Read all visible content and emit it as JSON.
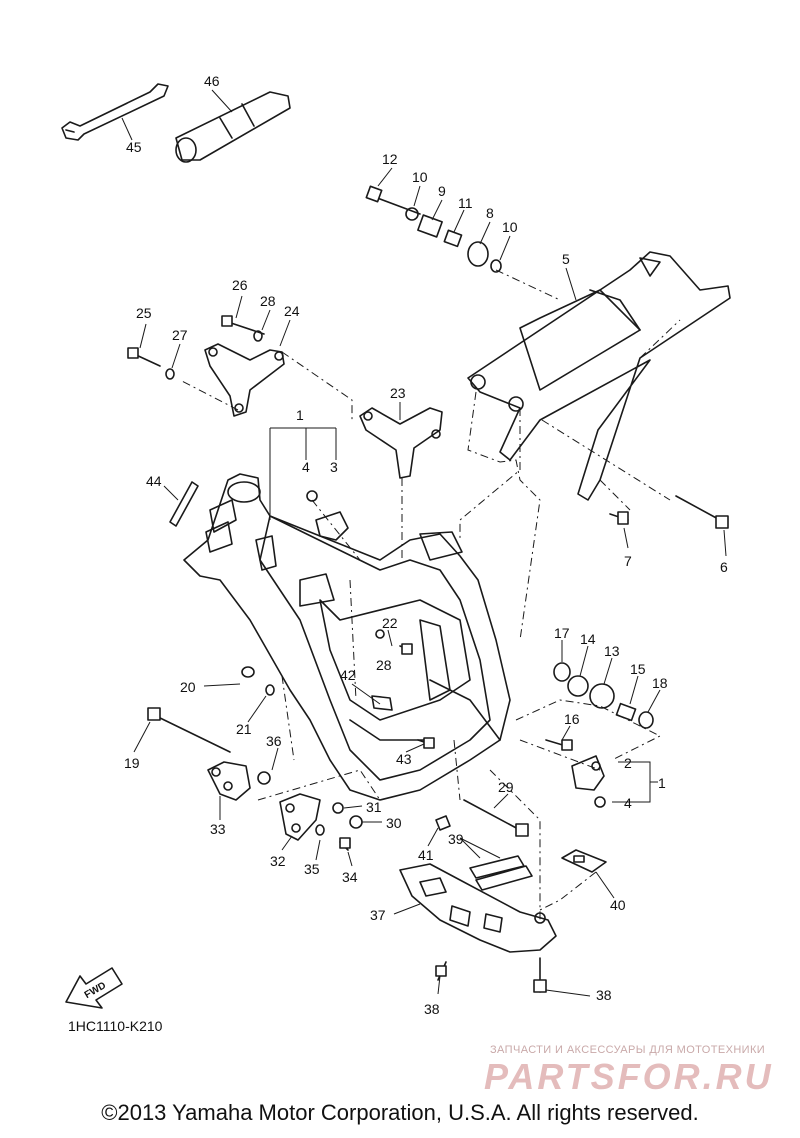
{
  "diagram": {
    "callouts": [
      "46",
      "45",
      "12",
      "10",
      "9",
      "11",
      "8",
      "10",
      "5",
      "26",
      "28",
      "24",
      "25",
      "27",
      "23",
      "1",
      "4",
      "3",
      "44",
      "7",
      "6",
      "22",
      "28",
      "17",
      "14",
      "13",
      "15",
      "18",
      "16",
      "20",
      "42",
      "21",
      "2",
      "1",
      "4",
      "36",
      "19",
      "43",
      "29",
      "33",
      "31",
      "30",
      "32",
      "35",
      "34",
      "39",
      "41",
      "40",
      "37",
      "38",
      "38",
      "FWD"
    ],
    "model_code": "1HC1110-K210",
    "watermark_tagline": "ЗАПЧАСТИ И АКСЕССУАРЫ ДЛЯ МОТОТЕХНИКИ",
    "watermark_logo": "PARTSFOR.RU",
    "copyright": "©2013 Yamaha Motor Corporation, U.S.A. All rights reserved."
  }
}
